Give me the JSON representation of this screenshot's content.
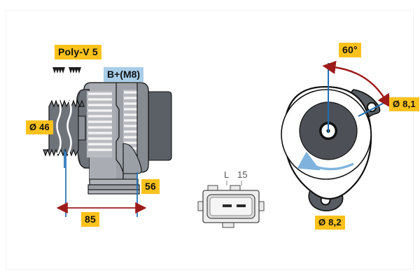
{
  "diagram": {
    "title": "Bosch alternator technical drawing",
    "background_color": "#ffffff",
    "frame_color": "#f2f2f2"
  },
  "colors": {
    "label_yellow": "#fcc21b",
    "label_blue": "#a8cde8",
    "dimension_red": "#9e1b1b",
    "extension_blue": "#1f6fb5",
    "rotation_arrow_blue": "#7fb3dd",
    "body_light_grey": "#b4b7bc",
    "body_mid_grey": "#8f949b",
    "body_dark_grey": "#5b6066",
    "outline_black": "#111111"
  },
  "labels": {
    "poly_v": "Poly-V 5",
    "b_plus": "B+(M8)",
    "diameter_46": "Ø 46",
    "dim_85": "85",
    "dim_56": "56",
    "angle_60": "60°",
    "diameter_81": "Ø 8,1",
    "diameter_82": "Ø 8,2"
  },
  "connector": {
    "pin_left_label": "L",
    "pin_right_label": "15",
    "pin_count": 2
  },
  "views": {
    "side_view": {
      "name": "alternator-side-view",
      "features": [
        "pulley",
        "housing",
        "cooling-slots",
        "mounting-foot"
      ]
    },
    "end_view": {
      "name": "alternator-end-view",
      "features": [
        "rotor",
        "shaft-center",
        "mounting-ear-upper",
        "mounting-ear-lower",
        "rotation-direction-arrow"
      ]
    },
    "connector_view": {
      "name": "connector-plug-view"
    }
  }
}
